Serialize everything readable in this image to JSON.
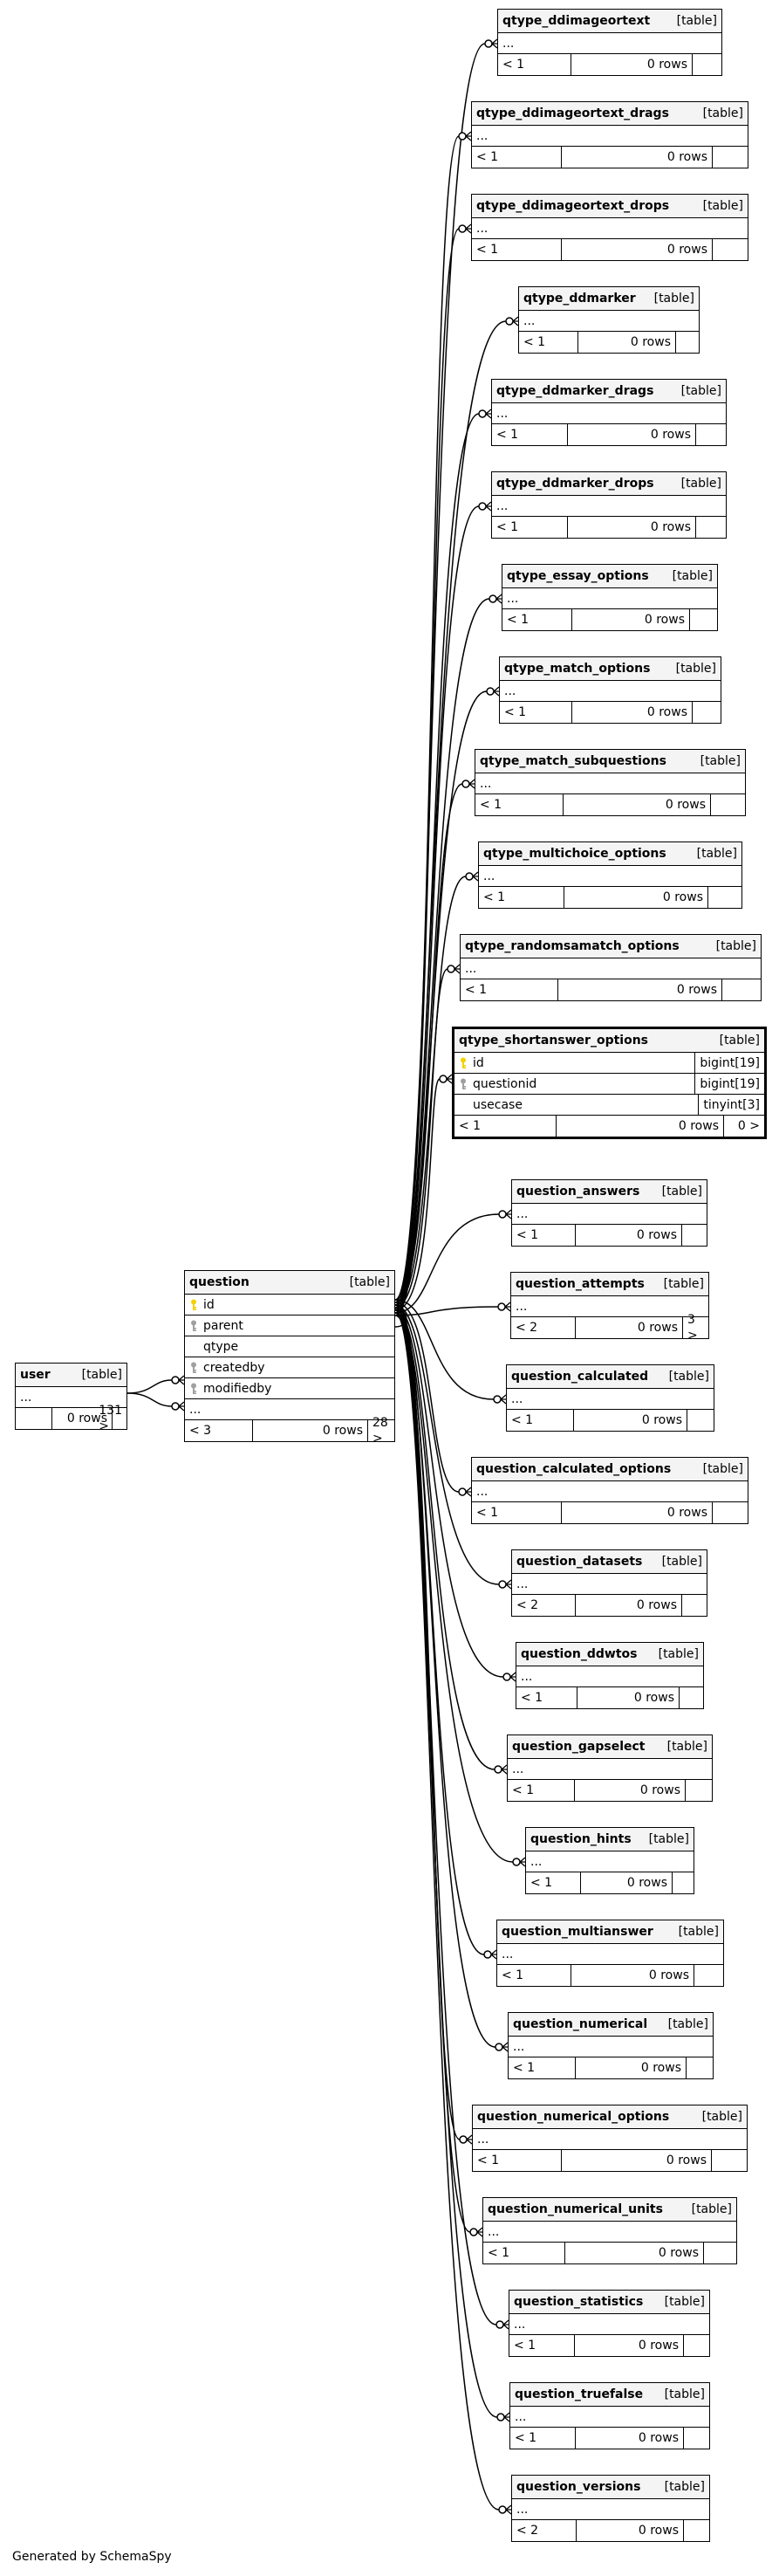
{
  "table_tag": "[table]",
  "footer": "Generated by SchemaSpy",
  "colors": {
    "pk_key": "#f5d000",
    "fk_key": "#a0a0a0",
    "header_bg": "#f4f4f4"
  },
  "tables": [
    {
      "id": "qtype_ddimageortext",
      "name": "qtype_ddimageortext",
      "body": "...",
      "foot": [
        "< 1",
        "0 rows",
        ""
      ]
    },
    {
      "id": "qtype_ddimageortext_drags",
      "name": "qtype_ddimageortext_drags",
      "body": "...",
      "foot": [
        "< 1",
        "0 rows",
        ""
      ]
    },
    {
      "id": "qtype_ddimageortext_drops",
      "name": "qtype_ddimageortext_drops",
      "body": "...",
      "foot": [
        "< 1",
        "0 rows",
        ""
      ]
    },
    {
      "id": "qtype_ddmarker",
      "name": "qtype_ddmarker",
      "body": "...",
      "foot": [
        "< 1",
        "0 rows",
        ""
      ]
    },
    {
      "id": "qtype_ddmarker_drags",
      "name": "qtype_ddmarker_drags",
      "body": "...",
      "foot": [
        "< 1",
        "0 rows",
        ""
      ]
    },
    {
      "id": "qtype_ddmarker_drops",
      "name": "qtype_ddmarker_drops",
      "body": "...",
      "foot": [
        "< 1",
        "0 rows",
        ""
      ]
    },
    {
      "id": "qtype_essay_options",
      "name": "qtype_essay_options",
      "body": "...",
      "foot": [
        "< 1",
        "0 rows",
        ""
      ]
    },
    {
      "id": "qtype_match_options",
      "name": "qtype_match_options",
      "body": "...",
      "foot": [
        "< 1",
        "0 rows",
        ""
      ]
    },
    {
      "id": "qtype_match_subquestions",
      "name": "qtype_match_subquestions",
      "body": "...",
      "foot": [
        "< 1",
        "0 rows",
        ""
      ]
    },
    {
      "id": "qtype_multichoice_options",
      "name": "qtype_multichoice_options",
      "body": "...",
      "foot": [
        "< 1",
        "0 rows",
        ""
      ]
    },
    {
      "id": "qtype_randomsamatch_options",
      "name": "qtype_randomsamatch_options",
      "body": "...",
      "foot": [
        "< 1",
        "0 rows",
        ""
      ]
    },
    {
      "id": "qtype_shortanswer_options",
      "name": "qtype_shortanswer_options",
      "focus": true,
      "columns": [
        {
          "name": "id",
          "type": "bigint[19]",
          "key": "pk"
        },
        {
          "name": "questionid",
          "type": "bigint[19]",
          "key": "fk"
        },
        {
          "name": "usecase",
          "type": "tinyint[3]",
          "key": ""
        }
      ],
      "foot": [
        "< 1",
        "0 rows",
        "0 >"
      ]
    },
    {
      "id": "question_answers",
      "name": "question_answers",
      "body": "...",
      "foot": [
        "< 1",
        "0 rows",
        ""
      ]
    },
    {
      "id": "question_attempts",
      "name": "question_attempts",
      "body": "...",
      "foot": [
        "< 2",
        "0 rows",
        "3 >"
      ]
    },
    {
      "id": "question_calculated",
      "name": "question_calculated",
      "body": "...",
      "foot": [
        "< 1",
        "0 rows",
        ""
      ]
    },
    {
      "id": "question_calculated_options",
      "name": "question_calculated_options",
      "body": "...",
      "foot": [
        "< 1",
        "0 rows",
        ""
      ]
    },
    {
      "id": "question_datasets",
      "name": "question_datasets",
      "body": "...",
      "foot": [
        "< 2",
        "0 rows",
        ""
      ]
    },
    {
      "id": "question_ddwtos",
      "name": "question_ddwtos",
      "body": "...",
      "foot": [
        "< 1",
        "0 rows",
        ""
      ]
    },
    {
      "id": "question_gapselect",
      "name": "question_gapselect",
      "body": "...",
      "foot": [
        "< 1",
        "0 rows",
        ""
      ]
    },
    {
      "id": "question_hints",
      "name": "question_hints",
      "body": "...",
      "foot": [
        "< 1",
        "0 rows",
        ""
      ]
    },
    {
      "id": "question_multianswer",
      "name": "question_multianswer",
      "body": "...",
      "foot": [
        "< 1",
        "0 rows",
        ""
      ]
    },
    {
      "id": "question_numerical",
      "name": "question_numerical",
      "body": "...",
      "foot": [
        "< 1",
        "0 rows",
        ""
      ]
    },
    {
      "id": "question_numerical_options",
      "name": "question_numerical_options",
      "body": "...",
      "foot": [
        "< 1",
        "0 rows",
        ""
      ]
    },
    {
      "id": "question_numerical_units",
      "name": "question_numerical_units",
      "body": "...",
      "foot": [
        "< 1",
        "0 rows",
        ""
      ]
    },
    {
      "id": "question_statistics",
      "name": "question_statistics",
      "body": "...",
      "foot": [
        "< 1",
        "0 rows",
        ""
      ]
    },
    {
      "id": "question_truefalse",
      "name": "question_truefalse",
      "body": "...",
      "foot": [
        "< 1",
        "0 rows",
        ""
      ]
    },
    {
      "id": "question_versions",
      "name": "question_versions",
      "body": "...",
      "foot": [
        "< 2",
        "0 rows",
        ""
      ]
    },
    {
      "id": "question",
      "name": "question",
      "columns": [
        {
          "name": "id",
          "type": "",
          "key": "pk"
        },
        {
          "name": "parent",
          "type": "",
          "key": "fk"
        },
        {
          "name": "qtype",
          "type": "",
          "key": ""
        },
        {
          "name": "createdby",
          "type": "",
          "key": "fk"
        },
        {
          "name": "modifiedby",
          "type": "",
          "key": "fk"
        }
      ],
      "extra": "...",
      "foot": [
        "< 3",
        "0 rows",
        "28 >"
      ]
    },
    {
      "id": "user",
      "name": "user",
      "body": "...",
      "foot": [
        "",
        "0 rows",
        "131 >"
      ]
    }
  ]
}
